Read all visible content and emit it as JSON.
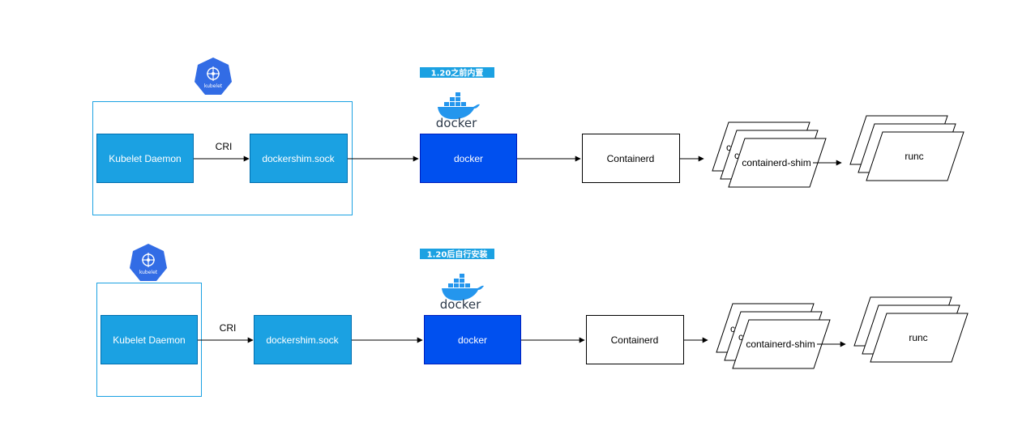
{
  "colors": {
    "kubelet_fill": "#1ba1e2",
    "kubelet_stroke": "#006eaf",
    "docker_fill": "#0050ef",
    "docker_stroke": "#001dbc",
    "tag_fill": "#1ba1e2",
    "k8s_logo": "#326ce5",
    "docker_logo": "#2496ed"
  },
  "rows": [
    {
      "tag": "1.20之前内置",
      "kubelet_logo_text": "kubelet",
      "docker_logo_text": "docker",
      "kubelet": "Kubelet Daemon",
      "cri": "CRI",
      "dockershim": "dockershim.sock",
      "docker": "docker",
      "containerd": "Containerd",
      "shim_back_1": "c",
      "shim_back_2": "c",
      "shim": "containerd-shim",
      "runc": "runc"
    },
    {
      "tag": "1.20后自行安装",
      "kubelet_logo_text": "kubelet",
      "docker_logo_text": "docker",
      "kubelet": "Kubelet Daemon",
      "cri": "CRI",
      "dockershim": "dockershim.sock",
      "docker": "docker",
      "containerd": "Containerd",
      "shim_back_1": "c",
      "shim_back_2": "c",
      "shim": "containerd-shim",
      "runc": "runc"
    }
  ]
}
